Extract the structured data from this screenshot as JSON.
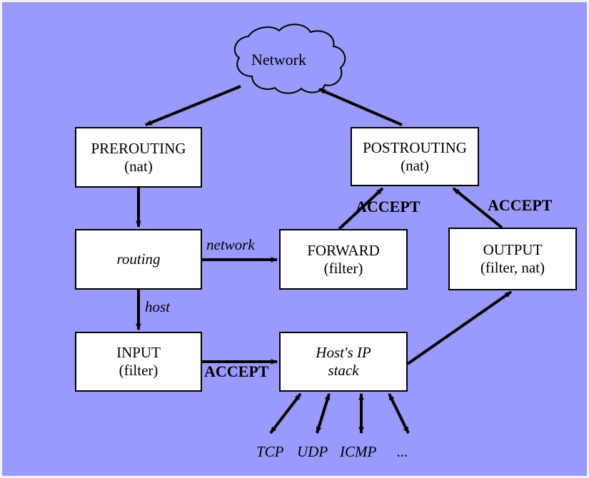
{
  "diagram": {
    "title": "Netfilter packet traversal diagram",
    "background_color": "#9a9afd",
    "box_fill_color": "#ffffff",
    "stroke_color": "#000000"
  },
  "cloud": {
    "label": "Network"
  },
  "nodes": [
    {
      "id": "prerouting",
      "line1": "PREROUTING",
      "line2": "(nat)"
    },
    {
      "id": "postrouting",
      "line1": "POSTROUTING",
      "line2": "(nat)"
    },
    {
      "id": "routing",
      "line1": "routing",
      "line2": ""
    },
    {
      "id": "forward",
      "line1": "FORWARD",
      "line2": "(filter)"
    },
    {
      "id": "output",
      "line1": "OUTPUT",
      "line2": "(filter, nat)"
    },
    {
      "id": "input",
      "line1": "INPUT",
      "line2": "(filter)"
    },
    {
      "id": "hostipstack",
      "line1": "Host's IP",
      "line2": "stack"
    }
  ],
  "edge_labels": {
    "network": "network",
    "host": "host",
    "accept_input": "ACCEPT",
    "accept_forward": "ACCEPT",
    "accept_output": "ACCEPT"
  },
  "protocols": [
    {
      "label": "TCP"
    },
    {
      "label": "UDP"
    },
    {
      "label": "ICMP"
    },
    {
      "label": "..."
    }
  ]
}
